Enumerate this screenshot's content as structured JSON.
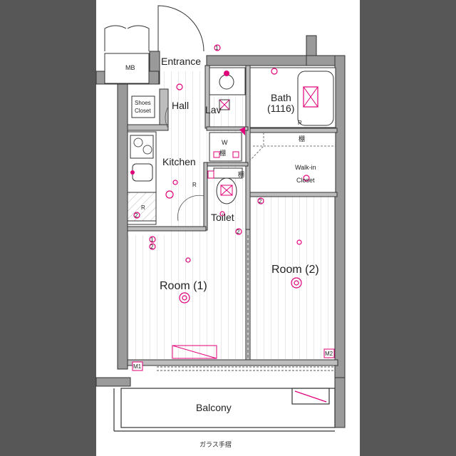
{
  "plan": {
    "rooms": {
      "mb": "MB",
      "entrance": "Entrance",
      "shoes_closet_line1": "Shoes",
      "shoes_closet_line2": "Closet",
      "hall": "Hall",
      "lav": "Lav",
      "bath": "Bath",
      "bath_size": "(1116)",
      "washer": "W",
      "kitchen": "Kitchen",
      "walkin_line1": "Walk-in",
      "walkin_line2": "Closet",
      "toilet": "Toilet",
      "room1": "Room (1)",
      "room2": "Room (2)",
      "balcony": "Balcony"
    },
    "markers": {
      "shelf_1": "棚",
      "shelf_2": "棚",
      "shelf_3": "棚",
      "refrigerator": "R",
      "refrigerator_2": "R",
      "refrigerator_3": "R",
      "meter_1": "M1",
      "meter_2": "M2",
      "circle_1": "1",
      "circle_2": "2",
      "circle_3": "2",
      "circle_4": "2",
      "circle_5": "1",
      "circle_6": "2"
    },
    "footer": "ガラス手摺",
    "colors": {
      "wall": "#9a9a9a",
      "wall_edge": "#333333",
      "accent": "#e0007a",
      "floor_lines": "#cfcfcf"
    }
  }
}
